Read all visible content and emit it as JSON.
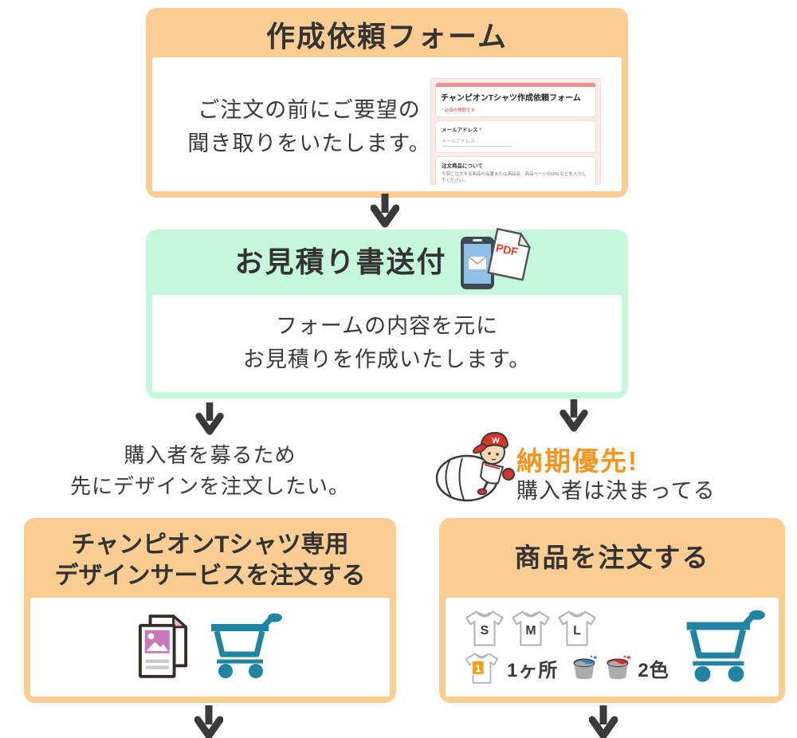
{
  "flow": {
    "step1": {
      "title": "作成依頼フォーム",
      "desc_line1": "ご注文の前にご要望の",
      "desc_line2": "聞き取りをいたします。",
      "form_preview": {
        "title": "チャンピオンTシャツ作成依頼フォーム",
        "required_note": "* 必須の質問です",
        "email_label": "メールアドレス",
        "email_required_mark": "*",
        "email_placeholder": "メールアドレス",
        "item_section_title": "注文商品について",
        "item_section_desc": "今回ご注文する商品の品番または商品名、商品ページのURLなどを入力してください。"
      }
    },
    "step2": {
      "title": "お見積り書送付",
      "desc_line1": "フォームの内容を元に",
      "desc_line2": "お見積りを作成いたします。",
      "pdf_badge": "PDF"
    },
    "branch_left": {
      "note_line1": "購入者を募るため",
      "note_line2": "先にデザインを注文したい。"
    },
    "branch_right": {
      "priority_label": "納期優先!",
      "note": "購入者は決まってる",
      "cap_letter": "W"
    },
    "step3_design": {
      "title_line1": "チャンピオンTシャツ専用",
      "title_line2": "デザインサービスを注文する"
    },
    "step3_order": {
      "title": "商品を注文する",
      "size_s": "S",
      "size_m": "M",
      "size_l": "L",
      "print_badge": "1",
      "print_label": "1ヶ所",
      "color_label": "2色"
    }
  },
  "icons": {
    "arrow": "arrow-down-icon",
    "phone": "smartphone-mail-icon",
    "pdf": "pdf-document-icon",
    "mascot": "baseball-mascot-icon",
    "design_doc": "design-document-icon",
    "cart": "shopping-cart-icon",
    "tshirt": "tshirt-icon",
    "bucket": "paint-bucket-icon"
  },
  "colors": {
    "box_orange": "#FBCD92",
    "box_green": "#C5F8DB",
    "text_dark": "#3A3A3A",
    "accent_orange": "#F7941D",
    "cart_teal": "#1F85A3",
    "form_pink": "#EE8F8F",
    "required_red": "#D23F31",
    "badge_orange": "#F5A11C",
    "bucket_blue": "#2E7FD0",
    "bucket_red": "#DD2B25"
  }
}
